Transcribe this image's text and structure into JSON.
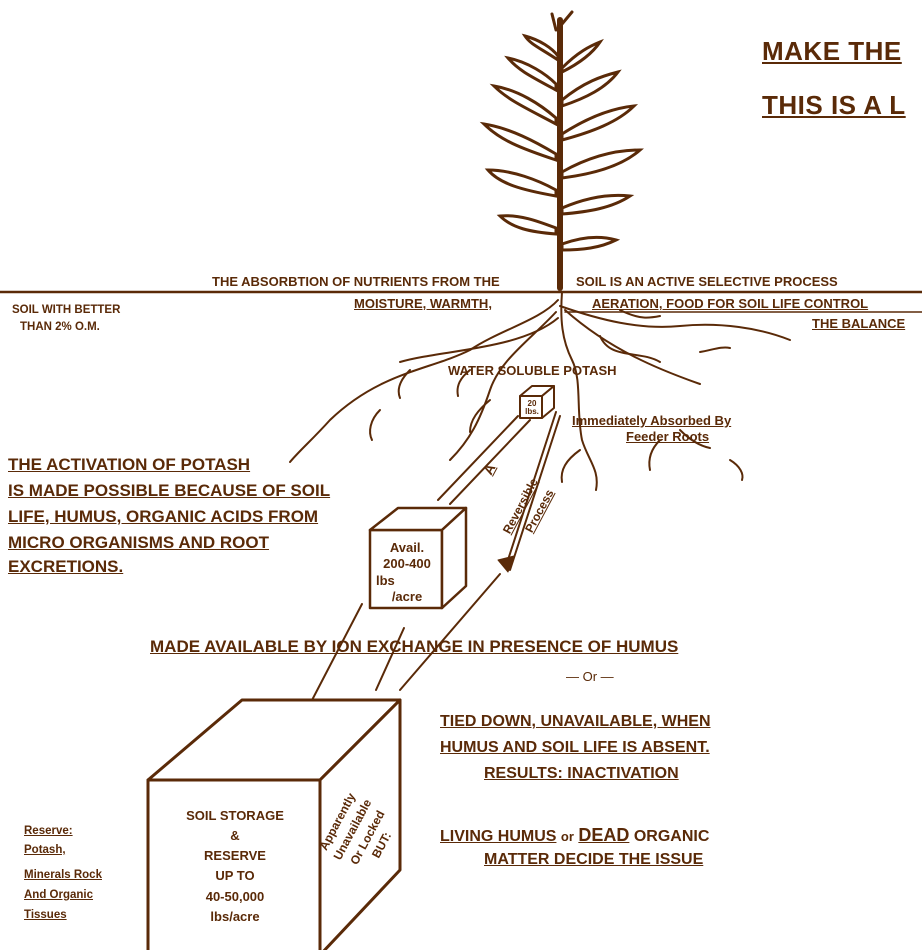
{
  "header": {
    "line1": "MAKE THE",
    "line2": "THIS IS A L"
  },
  "surface": {
    "absorption": "THE ABSORBTION OF NUTRIENTS FROM THE",
    "absorption_cont": "SOIL IS AN ACTIVE SELECTIVE PROCESS",
    "soil_om_1": "SOIL WITH BETTER",
    "soil_om_2": "THAN 2% O.M.",
    "moisture": "MOISTURE, WARMTH,",
    "aeration": "AERATION, FOOD FOR SOIL LIFE CONTROL",
    "balance": "THE BALANCE"
  },
  "roots": {
    "water_soluble": "WATER SOLUBLE POTASH",
    "small_box": "20 lbs.",
    "absorbed_1": "Immediately Absorbed By",
    "absorbed_2": "Feeder Roots"
  },
  "activation": {
    "lines": [
      "THE ACTIVATION OF POTASH",
      "IS MADE POSSIBLE BECAUSE OF SOIL",
      "LIFE, HUMUS, ORGANIC ACIDS FROM",
      "MICRO ORGANISMS AND ROOT",
      "EXCRETIONS."
    ]
  },
  "process": {
    "a": "A",
    "reversible": "Reversible",
    "process": "Process"
  },
  "avail_box": {
    "l1": "Avail.",
    "l2": "200-400",
    "l3": "lbs",
    "l4": "/acre"
  },
  "ion_exchange": "MADE AVAILABLE BY ION EXCHANGE IN PRESENCE OF HUMUS",
  "or": "— Or —",
  "tied_down": {
    "l1": "TIED DOWN, UNAVAILABLE, WHEN",
    "l2": "HUMUS AND SOIL LIFE IS ABSENT.",
    "l3": "RESULTS: INACTIVATION"
  },
  "decide": {
    "living": "LIVING HUMUS",
    "or": "or",
    "dead": "DEAD",
    "organic": "ORGANIC",
    "matter": "MATTER DECIDE THE ISSUE"
  },
  "reserve": {
    "l1": "Reserve:",
    "l2": "Potash,",
    "l3": "Minerals Rock",
    "l4": "And Organic",
    "l5": "Tissues"
  },
  "storage_box": {
    "l1": "SOIL STORAGE",
    "l2": "&",
    "l3": "RESERVE",
    "l4": "UP TO",
    "l5": "40-50,000",
    "l6": "lbs/acre"
  },
  "side_box": {
    "l1": "Apparently",
    "l2": "Unavailable",
    "l3": "Or Locked",
    "l4": "BUT:"
  },
  "colors": {
    "ink": "#5a2a08",
    "paper": "#ffffff"
  }
}
